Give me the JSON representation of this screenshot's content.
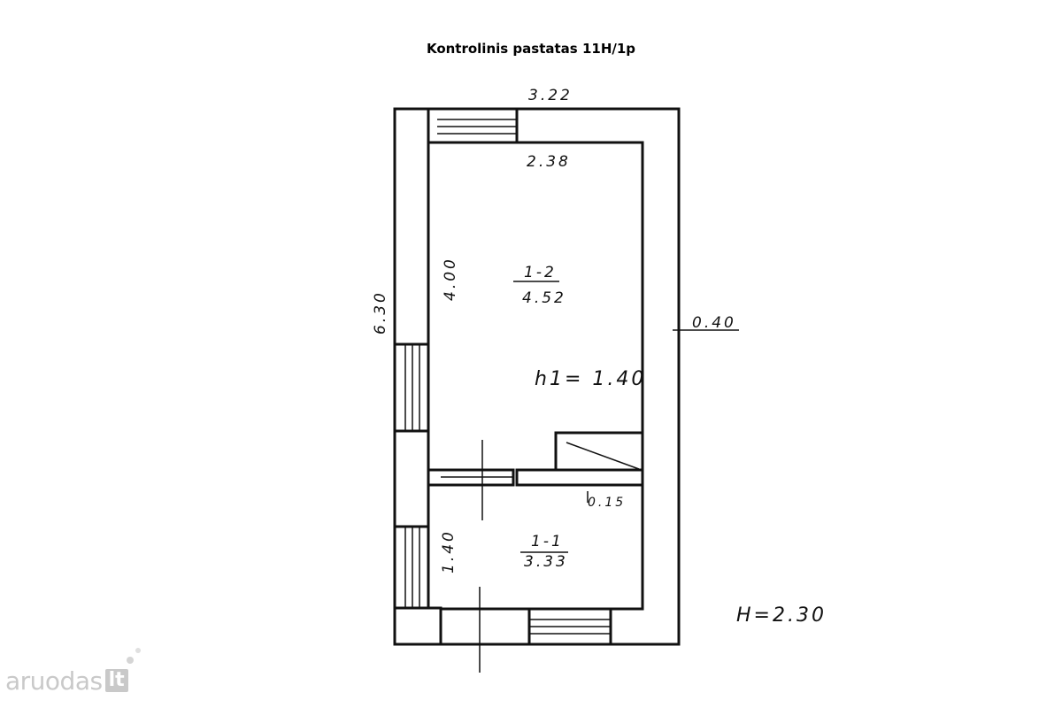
{
  "title": "Kontrolinis pastatas 11H/1p",
  "dimensions": {
    "top_outer": "3.22",
    "top_inner": "2.38",
    "left_outer": "6.30",
    "room2_width": "4.00",
    "wall_thickness": "0.40",
    "partition_thickness": "0.15",
    "room1_width": "1.40"
  },
  "rooms": [
    {
      "id": "1-2",
      "area": "4.52"
    },
    {
      "id": "1-1",
      "area": "3.33"
    }
  ],
  "annotations": {
    "floor_height": "h1= 1.40",
    "building_height": "H=2.30"
  },
  "logo": {
    "text": "aruodas",
    "suffix": "lt"
  }
}
